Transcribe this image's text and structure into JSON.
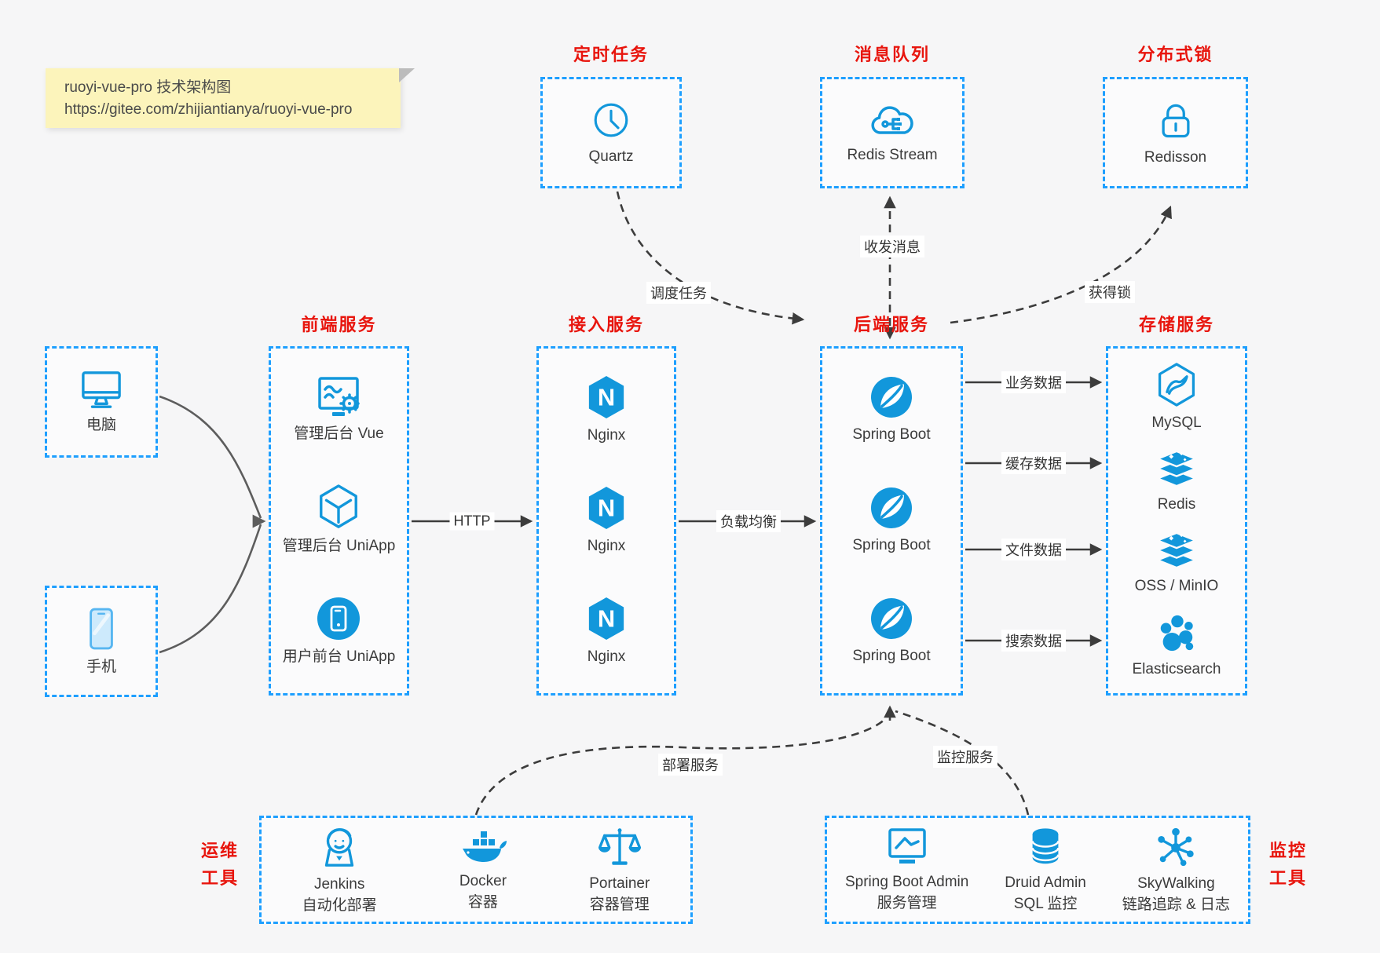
{
  "colors": {
    "accent_blue": "#1e9fff",
    "icon_blue": "#1297db",
    "accent_red": "#e8150d",
    "text_dark": "#3b3b3b",
    "line_dark": "#3c3c3c",
    "line_gray": "#5d5d5d",
    "canvas_bg": "#f6f6f7",
    "note_bg": "#fcf4bb"
  },
  "note": {
    "line1": "ruoyi-vue-pro 技术架构图",
    "line2": "https://gitee.com/zhijiantianya/ruoyi-vue-pro"
  },
  "top_groups": [
    {
      "title": "定时任务",
      "item": {
        "icon": "clock-icon",
        "label": "Quartz"
      }
    },
    {
      "title": "消息队列",
      "item": {
        "icon": "cloud-network-icon",
        "label": "Redis Stream"
      }
    },
    {
      "title": "分布式锁",
      "item": {
        "icon": "lock-icon",
        "label": "Redisson"
      }
    }
  ],
  "clients": [
    {
      "icon": "desktop-icon",
      "label": "电脑"
    },
    {
      "icon": "smartphone-icon",
      "label": "手机"
    }
  ],
  "mid_groups": [
    {
      "title": "前端服务",
      "items": [
        {
          "icon": "admin-vue-icon",
          "label": "管理后台 Vue"
        },
        {
          "icon": "uniapp-cube-icon",
          "label": "管理后台 UniApp"
        },
        {
          "icon": "user-app-icon",
          "label": "用户前台 UniApp"
        }
      ]
    },
    {
      "title": "接入服务",
      "items": [
        {
          "icon": "nginx-icon",
          "label": "Nginx"
        },
        {
          "icon": "nginx-icon",
          "label": "Nginx"
        },
        {
          "icon": "nginx-icon",
          "label": "Nginx"
        }
      ]
    },
    {
      "title": "后端服务",
      "items": [
        {
          "icon": "spring-boot-icon",
          "label": "Spring Boot"
        },
        {
          "icon": "spring-boot-icon",
          "label": "Spring Boot"
        },
        {
          "icon": "spring-boot-icon",
          "label": "Spring Boot"
        }
      ]
    },
    {
      "title": "存储服务",
      "items": [
        {
          "icon": "mysql-icon",
          "label": "MySQL"
        },
        {
          "icon": "redis-icon",
          "label": "Redis"
        },
        {
          "icon": "oss-minio-icon",
          "label": "OSS / MinIO"
        },
        {
          "icon": "elasticsearch-icon",
          "label": "Elasticsearch"
        }
      ]
    }
  ],
  "bottom_groups": [
    {
      "side_label": [
        "运维",
        "工具"
      ],
      "items": [
        {
          "icon": "jenkins-icon",
          "label": "Jenkins",
          "sub": "自动化部署"
        },
        {
          "icon": "docker-icon",
          "label": "Docker",
          "sub": "容器"
        },
        {
          "icon": "portainer-icon",
          "label": "Portainer",
          "sub": "容器管理"
        }
      ]
    },
    {
      "side_label": [
        "监控",
        "工具"
      ],
      "items": [
        {
          "icon": "spring-boot-admin-icon",
          "label": "Spring Boot Admin",
          "sub": "服务管理"
        },
        {
          "icon": "druid-icon",
          "label": "Druid Admin",
          "sub": "SQL 监控"
        },
        {
          "icon": "skywalking-icon",
          "label": "SkyWalking",
          "sub": "链路追踪 & 日志"
        }
      ]
    }
  ],
  "edges": {
    "http": "HTTP",
    "load_balance": "负载均衡",
    "schedule": "调度任务",
    "message": "收发消息",
    "lock": "获得锁",
    "business": "业务数据",
    "cache": "缓存数据",
    "file": "文件数据",
    "search": "搜索数据",
    "deploy": "部署服务",
    "monitor": "监控服务"
  }
}
